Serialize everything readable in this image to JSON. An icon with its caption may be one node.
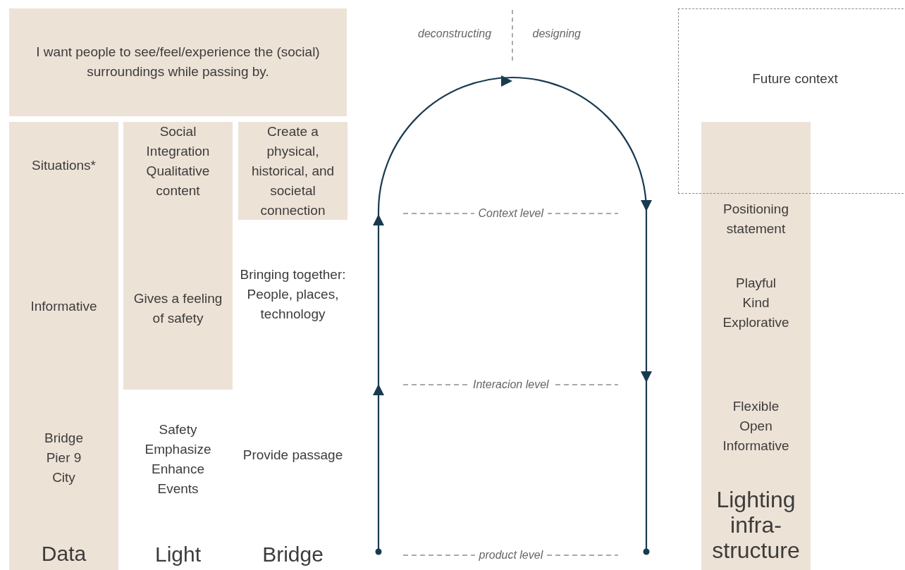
{
  "diagram": {
    "nodes": [
      {
        "text": [
          "I want people to see/feel/experience the (social) surroundings while passing by."
        ]
      },
      {
        "text": [
          "Situations*",
          "Informative",
          "Bridge Pier 9 City",
          "Data"
        ]
      },
      {
        "text": [
          "Social Integration Qualitative content",
          "Gives a feeling of safety"
        ]
      },
      {
        "text": [
          "Create a physical, historical, and societal connection"
        ]
      },
      {
        "text": [
          "Future context"
        ]
      },
      {
        "text": [
          "Positioning statement",
          "Playful Kind Explorative",
          "Flexible Open Informative",
          "Lighting infra-structure"
        ]
      }
    ],
    "labels": [
      "deconstructing",
      "designing",
      "Context level",
      "Bringing together: People, places, technology",
      "Interacion level",
      "Safety Emphasize Enhance Events",
      "Provide passage",
      "Light",
      "Bridge",
      "product level"
    ]
  }
}
